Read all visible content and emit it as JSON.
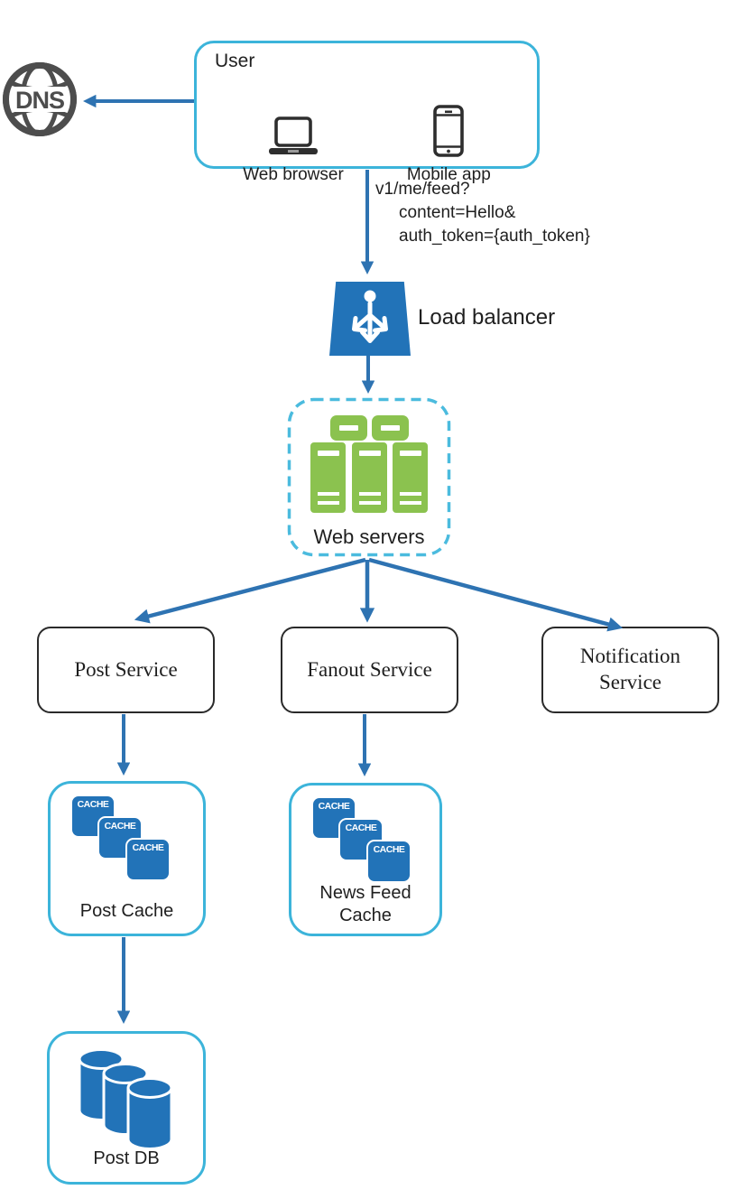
{
  "colors": {
    "accent_cyan": "#3CB4DA",
    "dash_cyan": "#4BBBDE",
    "arrow_blue": "#2E73B2",
    "icon_blue": "#2273B8",
    "server_green": "#8BC24F",
    "icon_gray": "#4D4D4D",
    "text_black": "#1F1F1F"
  },
  "dns": {
    "label": "DNS"
  },
  "user_box": {
    "title": "User",
    "devices": [
      {
        "icon": "laptop-icon",
        "label": "Web browser"
      },
      {
        "icon": "smartphone-icon",
        "label": "Mobile app"
      }
    ]
  },
  "request": {
    "lines": [
      "v1/me/feed?",
      "content=Hello&",
      "auth_token={auth_token}"
    ]
  },
  "load_balancer": {
    "label": "Load balancer"
  },
  "web_servers": {
    "label": "Web servers"
  },
  "services": [
    {
      "label": "Post Service"
    },
    {
      "label": "Fanout Service"
    },
    {
      "label": "Notification Service"
    }
  ],
  "caches": [
    {
      "label": "Post Cache",
      "badge": "CACHE"
    },
    {
      "label": "News Feed Cache",
      "badge": "CACHE"
    }
  ],
  "database": {
    "label": "Post DB"
  }
}
